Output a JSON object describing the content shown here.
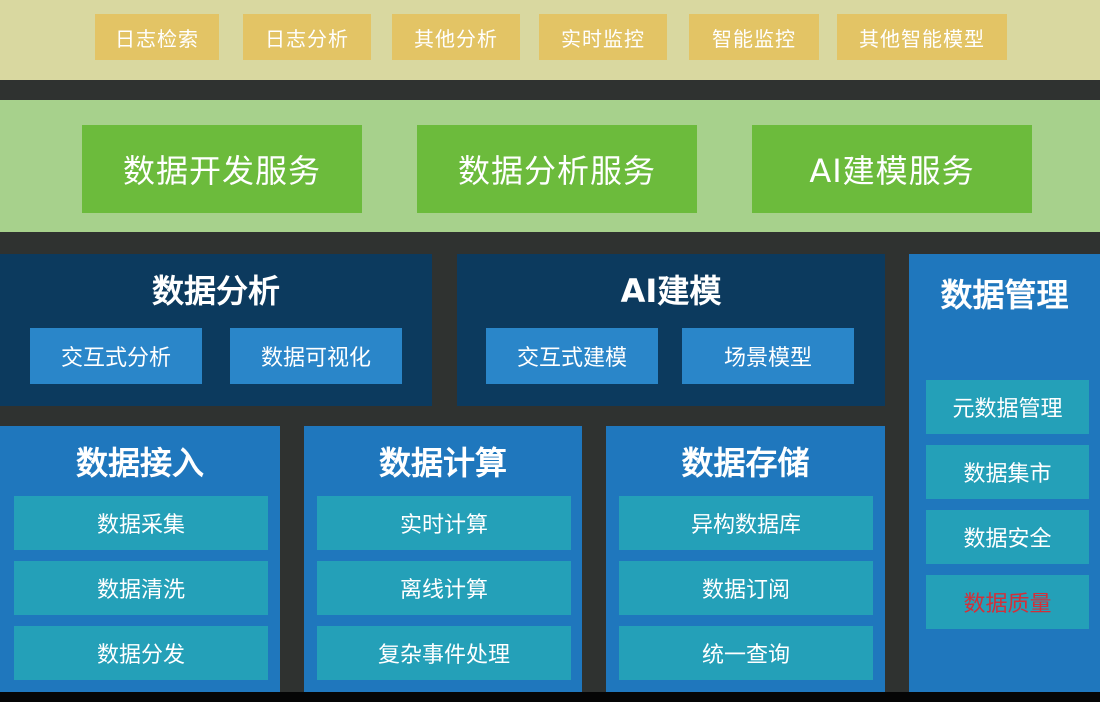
{
  "apps": [
    "日志检索",
    "日志分析",
    "其他分析",
    "实时监控",
    "智能监控",
    "其他智能模型"
  ],
  "services": [
    "数据开发服务",
    "数据分析服务",
    "AI建模服务"
  ],
  "analysis": {
    "title": "数据分析",
    "items": [
      "交互式分析",
      "数据可视化"
    ]
  },
  "ai": {
    "title": "AI建模",
    "items": [
      "交互式建模",
      "场景模型"
    ]
  },
  "ingest": {
    "title": "数据接入",
    "items": [
      "数据采集",
      "数据清洗",
      "数据分发"
    ]
  },
  "compute": {
    "title": "数据计算",
    "items": [
      "实时计算",
      "离线计算",
      "复杂事件处理"
    ]
  },
  "storage": {
    "title": "数据存储",
    "items": [
      "异构数据库",
      "数据订阅",
      "统一查询"
    ]
  },
  "management": {
    "title": "数据管理",
    "items": [
      "元数据管理",
      "数据集市",
      "数据安全",
      "数据质量"
    ]
  },
  "colors": {
    "highlight_text": "#d2303a"
  }
}
